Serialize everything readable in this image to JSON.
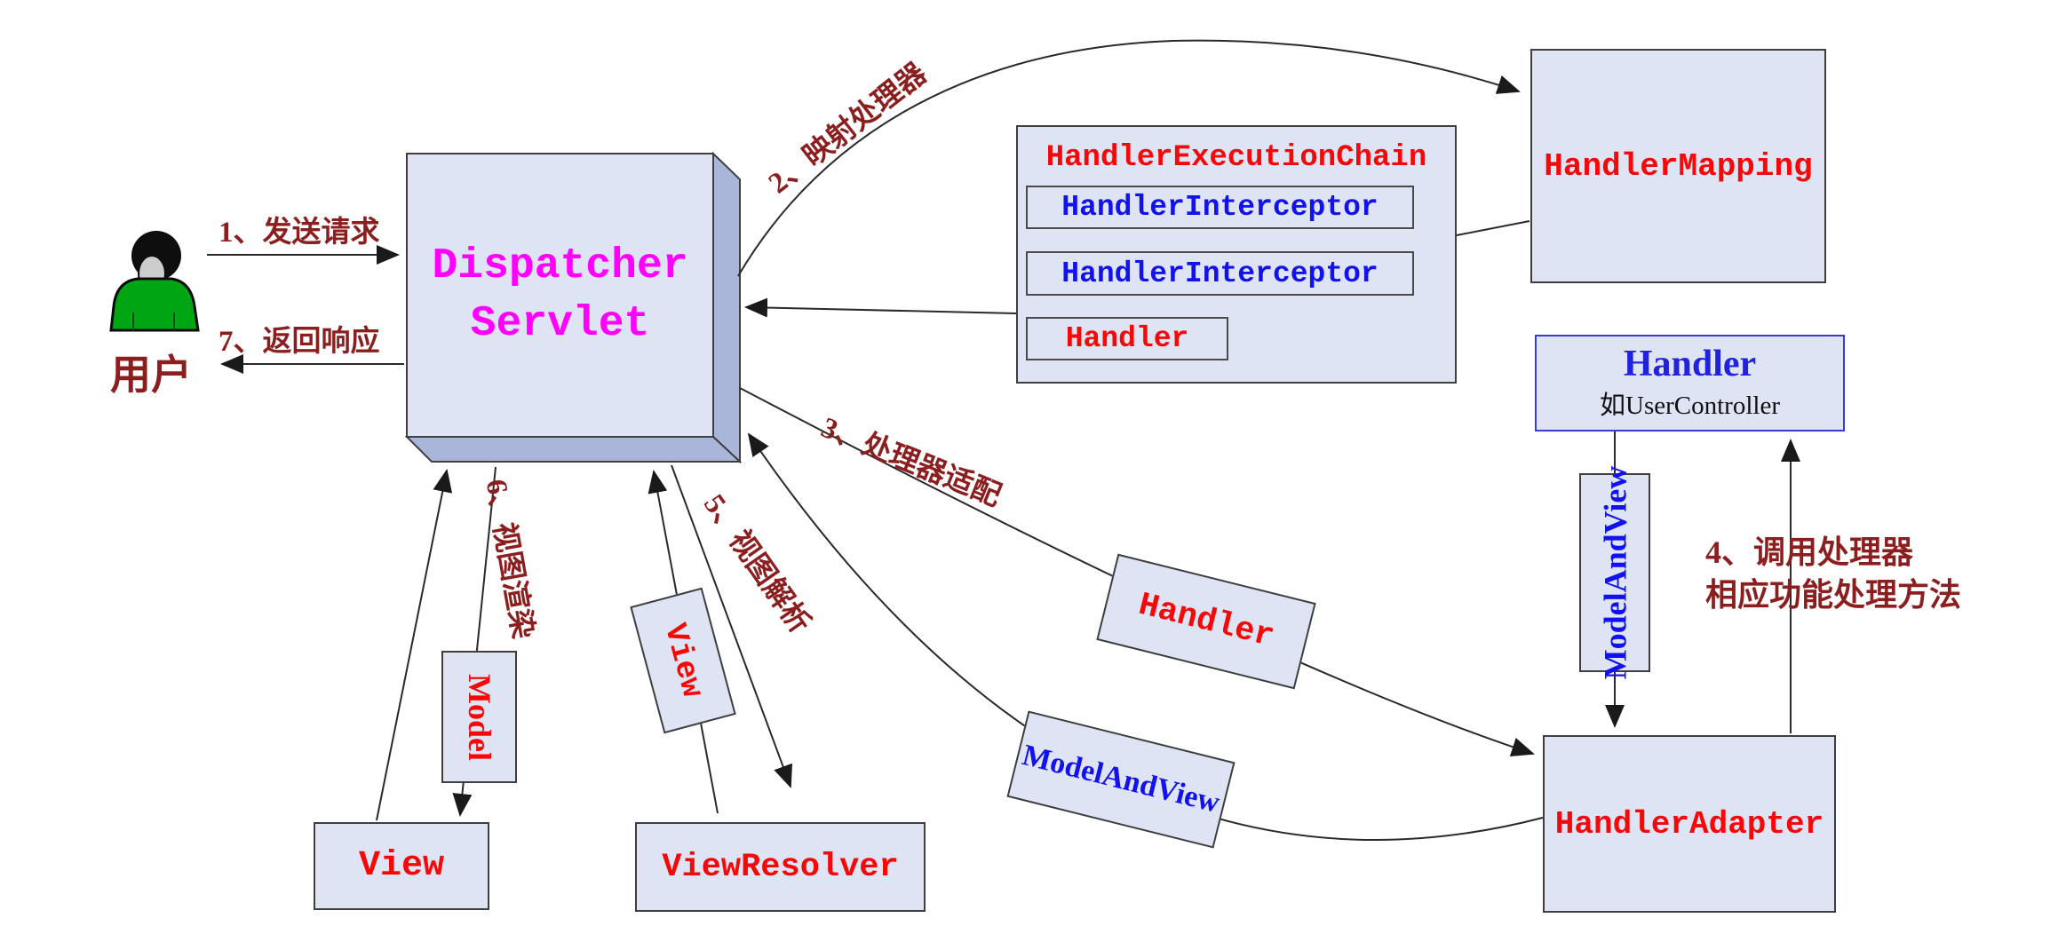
{
  "diagram_title": "SpringMVC DispatcherServlet request flow",
  "user": {
    "label": "用户"
  },
  "steps": {
    "s1": "1、发送请求",
    "s2": "2、映射处理器",
    "s3": "3、处理器适配",
    "s4_line1": "4、调用处理器",
    "s4_line2": "相应功能处理方法",
    "s5": "5、视图解析",
    "s6": "6、视图渲染",
    "s7": "7、返回响应"
  },
  "nodes": {
    "dispatcher_servlet": {
      "line1": "Dispatcher",
      "line2": "Servlet"
    },
    "handler_mapping": {
      "label": "HandlerMapping"
    },
    "handler_execution_chain": {
      "title": "HandlerExecutionChain",
      "interceptor1": "HandlerInterceptor",
      "interceptor2": "HandlerInterceptor",
      "handler": "Handler"
    },
    "handler": {
      "title": "Handler",
      "subtitle": "如UserController"
    },
    "handler_adapter": {
      "label": "HandlerAdapter"
    },
    "model_and_view_pipe": {
      "label": "ModelAndView"
    },
    "handler_tilted": {
      "label": "Handler"
    },
    "model_and_view_tilted": {
      "label": "ModelAndView"
    },
    "model": {
      "label": "Model"
    },
    "view": {
      "label": "View"
    },
    "view_tilted": {
      "label": "View"
    },
    "view_resolver": {
      "label": "ViewResolver"
    }
  },
  "colors": {
    "box_face": "#dee4f3",
    "box_side": "#a9b6da",
    "box_border": "#3f3f3f",
    "dispatcher_text": "#ff00ff",
    "red_text": "#f70808",
    "blue_text": "#1212ee",
    "step_text": "#8b1f1f",
    "line": "#2a2a2a",
    "handler_border": "#3c3ccc",
    "user_green": "#00a513"
  }
}
